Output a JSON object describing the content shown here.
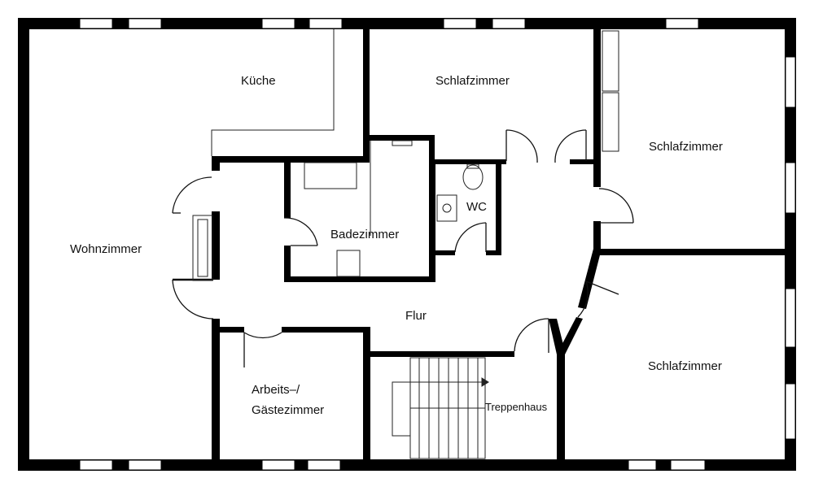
{
  "rooms": {
    "kueche": "Küche",
    "schlafzimmer_top": "Schlafzimmer",
    "schlafzimmer_right": "Schlafzimmer",
    "schlafzimmer_bottom": "Schlafzimmer",
    "wohnzimmer": "Wohnzimmer",
    "badezimmer": "Badezimmer",
    "wc": "WC",
    "flur": "Flur",
    "arbeits_line1": "Arbeits–/",
    "arbeits_line2": "Gästezimmer",
    "treppenhaus": "Treppenhaus"
  },
  "colors": {
    "wall": "#000000",
    "background": "#ffffff",
    "window": "#ffffff",
    "fixture_line": "#222222"
  }
}
